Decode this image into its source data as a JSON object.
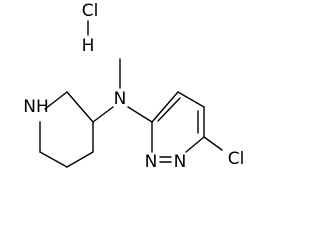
{
  "molecule": {
    "salt": {
      "chlorine": "Cl",
      "hydrogen": "H"
    },
    "atoms": {
      "amine_nitrogen": "N",
      "piperidine_nitrogen": "NH",
      "pyridazine_n1": "N",
      "pyridazine_n2": "N",
      "chloro_substituent": "Cl"
    }
  }
}
